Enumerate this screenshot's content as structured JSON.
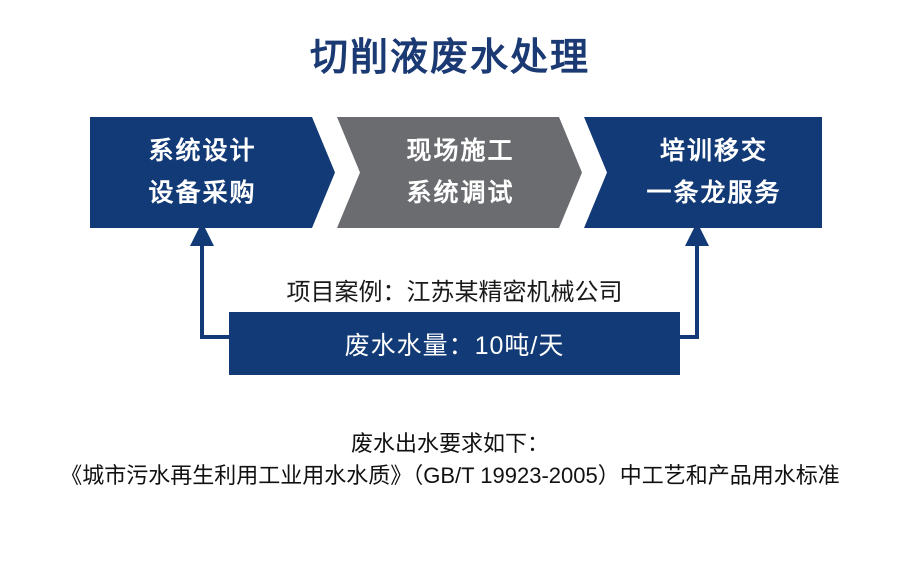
{
  "page": {
    "title": "切削液废水处理",
    "title_color": "#1b3a73",
    "background_color": "#ffffff"
  },
  "colors": {
    "navy": "#123a76",
    "gray": "#6a6c70",
    "connector": "#123a76",
    "text_dark": "#111111",
    "text_light": "#ffffff"
  },
  "process": {
    "steps": [
      {
        "id": "step-1",
        "line1": "系统设计",
        "line2": "设备采购",
        "fill": "#123a76",
        "text_color": "#ffffff"
      },
      {
        "id": "step-2",
        "line1": "现场施工",
        "line2": "系统调试",
        "fill": "#6a6c70",
        "text_color": "#ffffff"
      },
      {
        "id": "step-3",
        "line1": "培训移交",
        "line2": "一条龙服务",
        "fill": "#123a76",
        "text_color": "#ffffff"
      }
    ]
  },
  "case": {
    "caption": "项目案例：江苏某精密机械公司",
    "volume_label": "废水水量：10吨/天"
  },
  "footnotes": {
    "line1": "废水出水要求如下：",
    "line2": "《城市污水再生利用工业用水水质》（GB/T 19923-2005）中工艺和产品用水标准"
  },
  "connectors": {
    "left_arrow": "arrow-up-into-step-1",
    "right_arrow": "arrow-up-into-step-3"
  }
}
